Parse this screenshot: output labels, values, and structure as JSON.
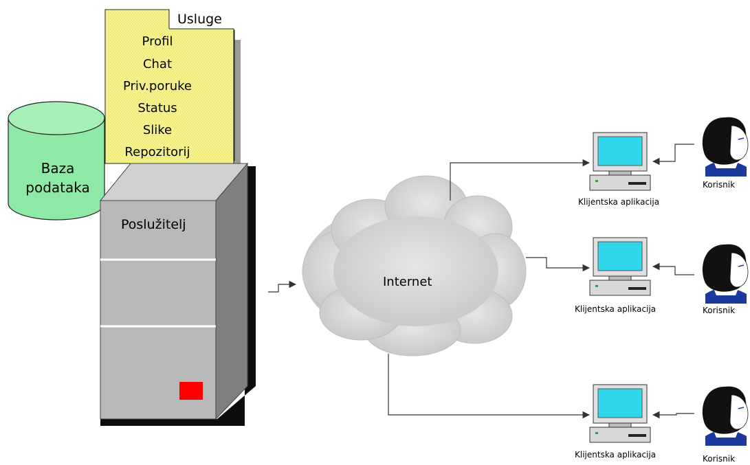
{
  "services": {
    "title": "Usluge",
    "items": [
      "Profil",
      "Chat",
      "Priv.poruke",
      "Status",
      "Slike",
      "Repozitorij"
    ]
  },
  "database": {
    "line1": "Baza",
    "line2": "podataka"
  },
  "server": {
    "label": "Poslužitelj"
  },
  "network": {
    "label": "Internet"
  },
  "clients": [
    {
      "computer_label": "Klijentska aplikacija",
      "user_label": "Korisnik"
    },
    {
      "computer_label": "Klijentska aplikacija",
      "user_label": "Korisnik"
    },
    {
      "computer_label": "Klijentska aplikacija",
      "user_label": "Korisnik"
    }
  ],
  "colors": {
    "document_fill": "#f7f48c",
    "database_fill": "#8fe9a6",
    "server_fill": "#b8b8b8",
    "server_shadow": "#0d0d0d",
    "indicator": "#ff0000",
    "cloud_fill": "#d6d6d6",
    "screen_fill": "#30d6ea",
    "user_hair": "#111111",
    "user_collar": "#1b3a9e"
  },
  "icons": [
    "document-icon",
    "database-icon",
    "server-icon",
    "cloud-icon",
    "computer-icon",
    "user-icon"
  ]
}
